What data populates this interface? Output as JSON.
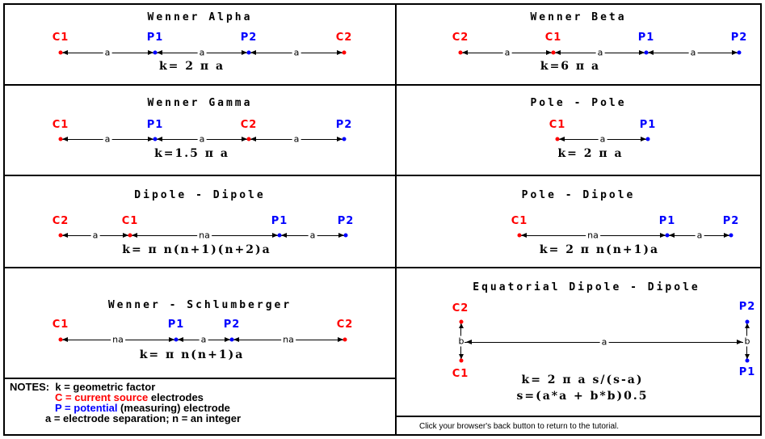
{
  "panels": {
    "wenner_alpha": {
      "title": "Wenner Alpha",
      "labels": [
        "C1",
        "P1",
        "P2",
        "C2"
      ],
      "spacings": [
        "a",
        "a",
        "a"
      ],
      "formula": "k= 2 π a"
    },
    "wenner_beta": {
      "title": "Wenner Beta",
      "labels": [
        "C2",
        "C1",
        "P1",
        "P2"
      ],
      "spacings": [
        "a",
        "a",
        "a"
      ],
      "formula": "k=6 π a"
    },
    "wenner_gamma": {
      "title": "Wenner Gamma",
      "labels": [
        "C1",
        "P1",
        "C2",
        "P2"
      ],
      "spacings": [
        "a",
        "a",
        "a"
      ],
      "formula": "k=1.5 π a"
    },
    "pole_pole": {
      "title": "Pole - Pole",
      "labels": [
        "C1",
        "P1"
      ],
      "spacings": [
        "a"
      ],
      "formula": "k= 2 π a"
    },
    "dipole_dipole": {
      "title": "Dipole - Dipole",
      "labels": [
        "C2",
        "C1",
        "P1",
        "P2"
      ],
      "spacings": [
        "a",
        "na",
        "a"
      ],
      "formula": "k= π n(n+1)(n+2)a"
    },
    "pole_dipole": {
      "title": "Pole - Dipole",
      "labels": [
        "C1",
        "P1",
        "P2"
      ],
      "spacings": [
        "na",
        "a"
      ],
      "formula": "k= 2 π n(n+1)a"
    },
    "wenner_schlumberger": {
      "title": "Wenner - Schlumberger",
      "labels": [
        "C1",
        "P1",
        "P2",
        "C2"
      ],
      "spacings": [
        "na",
        "a",
        "na"
      ],
      "formula": "k= π n(n+1)a"
    },
    "equatorial_dipole_dipole": {
      "title": "Equatorial Dipole - Dipole",
      "labels": [
        "C2",
        "P2",
        "C1",
        "P1"
      ],
      "spacings": [
        "b",
        "a",
        "b"
      ],
      "formula1": "k= 2 π a s/(s-a)",
      "formula2": "s=(a*a + b*b)0.5"
    }
  },
  "notes": {
    "heading": "NOTES:",
    "line1": "k = geometric factor",
    "line2_prefix": "C = ",
    "line2_colored": "current source",
    "line2_suffix": " electrodes",
    "line3_prefix": "P = ",
    "line3_colored": "potential",
    "line3_suffix": " (measuring) electrode",
    "line4": "a = electrode separation; n = an integer"
  },
  "footer": "Click your browser's back button to return to the tutorial.",
  "colors": {
    "current": "#ff0000",
    "potential": "#0000ff",
    "line": "#000000"
  }
}
